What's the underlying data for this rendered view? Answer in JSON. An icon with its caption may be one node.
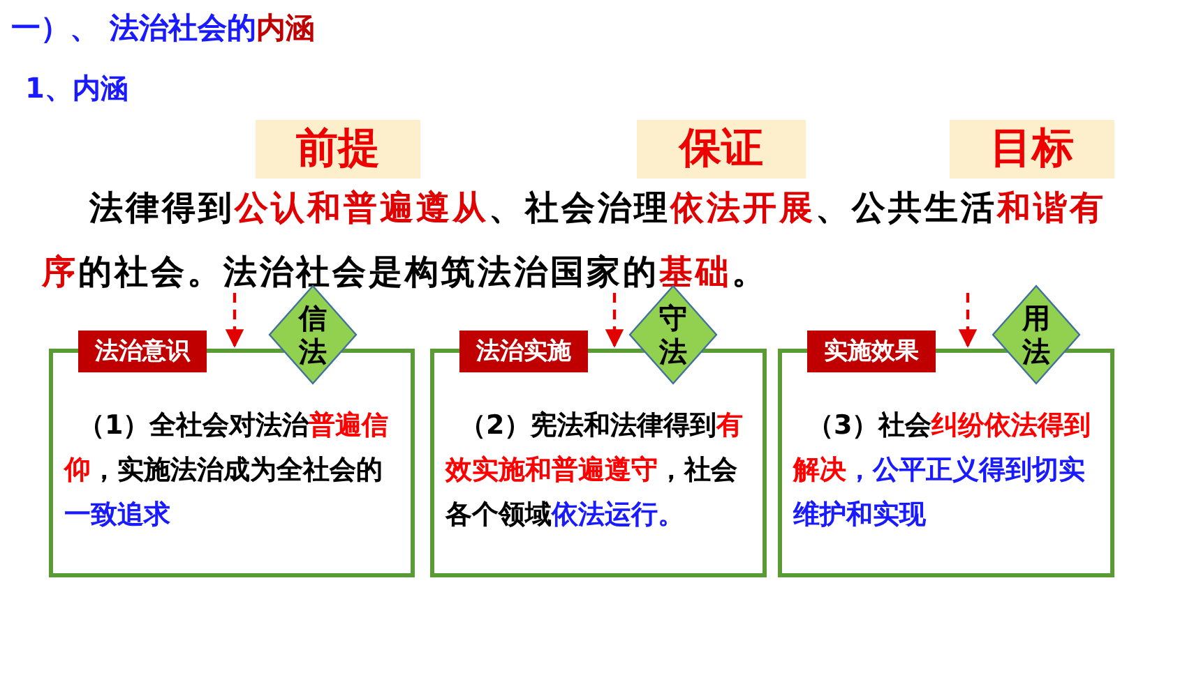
{
  "diagram": {
    "title": "一）、 法治社会的**内涵**",
    "nodes": [
      {
        "text": [
          "前提"
        ]
      },
      {
        "text": [
          "保证"
        ]
      },
      {
        "text": [
          "目标"
        ]
      },
      {
        "text": [
          "法治意识",
          "（1）全社会对法治**普遍信仰**，实施法治成为全社会的**一致追求**"
        ]
      },
      {
        "text": [
          "法治实施",
          "（2）宪法和法律得到**有效实施和普遍遵守**，社会各个领域**依法运行。**"
        ]
      },
      {
        "text": [
          "实施效果",
          "（3）社会**纠纷依法得到解决****，公平正义得到切实维护和实现**"
        ]
      },
      {
        "text": [
          "信法"
        ]
      },
      {
        "text": [
          "守法"
        ]
      },
      {
        "text": [
          "用法"
        ]
      },
      {
        "text": [
          "法律得到**公认和普遍遵从**、社会治理**依法开展**、公共生活**和谐有序**的社会。法治社会是构筑法治国家的**基础**。"
        ]
      }
    ],
    "edges": [
      {
        "from": 9,
        "to": 3,
        "arrow": "to",
        "style": "dashed"
      },
      {
        "from": 9,
        "to": 4,
        "arrow": "to",
        "style": "dashed"
      },
      {
        "from": 9,
        "to": 5,
        "arrow": "to",
        "style": "dashed"
      }
    ],
    "labels": [
      "1、内涵"
    ]
  }
}
